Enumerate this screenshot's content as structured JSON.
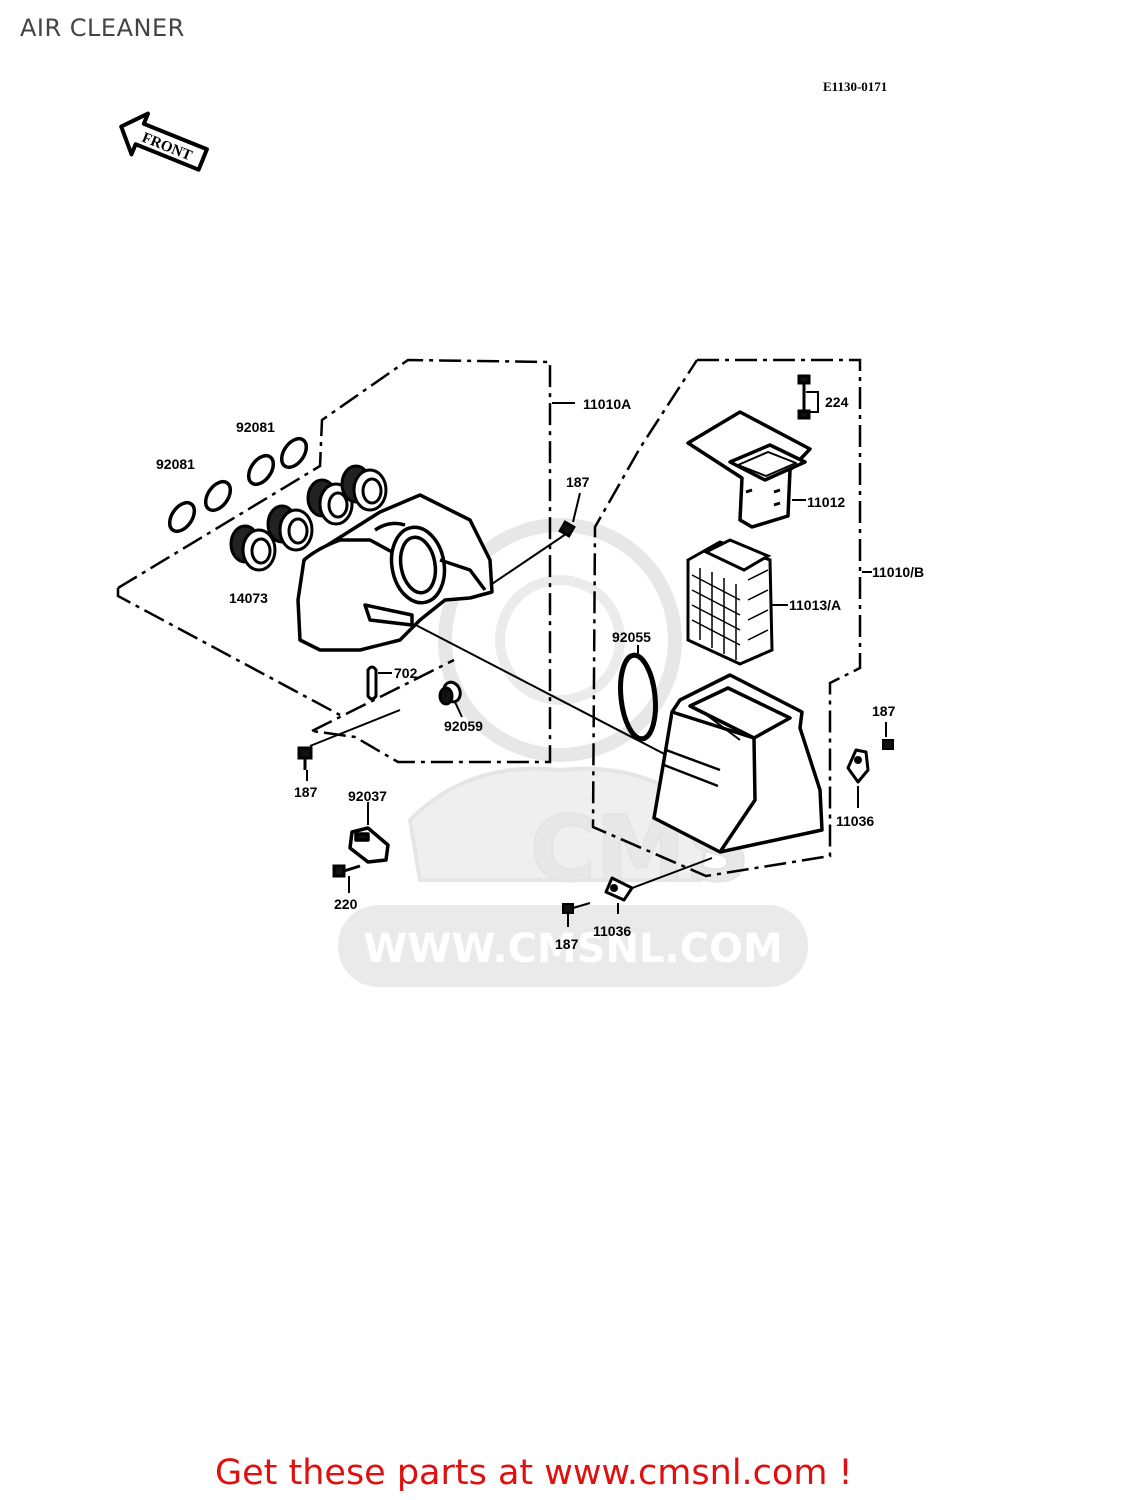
{
  "page": {
    "title": "AIR CLEANER",
    "diagram_code": "E1130-0171",
    "footer_link": "Get these parts at www.cmsnl.com !"
  },
  "direction_arrow": {
    "label": "FRONT",
    "icon": "front-arrow-icon"
  },
  "watermark": {
    "text": "WWW.CMSNL.COM",
    "logo": "CMS"
  },
  "colors": {
    "footer": "#e01010",
    "line": "#000000",
    "watermark": "#d9d9d9"
  },
  "parts": {
    "p_11010A": "11010A",
    "p_92081_top": "92081",
    "p_92081_left": "92081",
    "p_14073": "14073",
    "p_187_upper": "187",
    "p_702": "702",
    "p_92059": "92059",
    "p_187_lower_left": "187",
    "p_92037": "92037",
    "p_220": "220",
    "p_224": "224",
    "p_11012": "11012",
    "p_11010B": "11010/B",
    "p_11013A": "11013/A",
    "p_92055": "92055",
    "p_187_right": "187",
    "p_11036_right": "11036",
    "p_187_bottom": "187",
    "p_11036_bottom": "11036"
  }
}
